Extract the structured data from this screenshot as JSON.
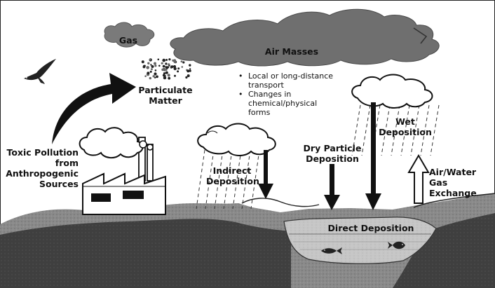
{
  "labels": {
    "gas": "Gas",
    "air_masses": "Air Masses",
    "particulate_matter": "Particulate Matter",
    "toxic_pollution": "Toxic Pollution from Anthropogenic Sources",
    "indirect_deposition": "Indirect Deposition",
    "dry_particle_deposition": "Dry Particle Deposition",
    "wet_deposition": "Wet Deposition",
    "air_water_gas_exchange": "Air/Water Gas Exchange",
    "direct_deposition": "Direct Deposition"
  },
  "air_mass_notes": [
    "Local or long-distance transport",
    "Changes in chemical/physical forms"
  ],
  "colors": {
    "land": "#7d7d7d",
    "land_dark": "#4a4a4a",
    "water": "#bdbdbd",
    "cloud_dark": "#6f6f6f",
    "arrow": "#111111"
  }
}
